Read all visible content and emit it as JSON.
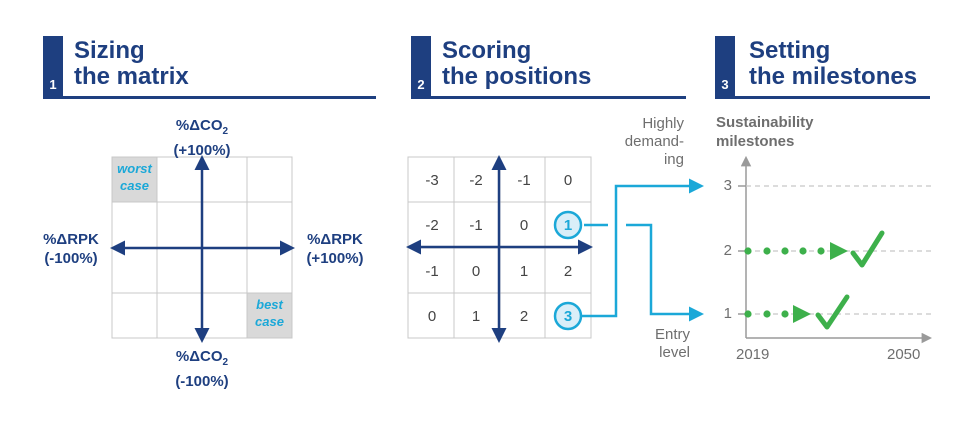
{
  "panels": [
    {
      "number": "1",
      "title_line1": "Sizing",
      "title_line2": "the matrix"
    },
    {
      "number": "2",
      "title_line1": "Scoring",
      "title_line2": "the positions"
    },
    {
      "number": "3",
      "title_line1": "Setting",
      "title_line2": "the milestones"
    }
  ],
  "matrix": {
    "top_label": "%ΔCO",
    "top_sub": "2",
    "top_value": "(+100%)",
    "bottom_label": "%ΔCO",
    "bottom_sub": "2",
    "bottom_value": "(-100%)",
    "left_label": "%ΔRPK",
    "left_value": "(-100%)",
    "right_label": "%ΔRPK",
    "right_value": "(+100%)",
    "worst_line1": "worst",
    "worst_line2": "case",
    "best_line1": "best",
    "best_line2": "case"
  },
  "scoring": {
    "grid": [
      [
        "-3",
        "-2",
        "-1",
        "0"
      ],
      [
        "-2",
        "-1",
        "0",
        "1"
      ],
      [
        "-1",
        "0",
        "1",
        "2"
      ],
      [
        "0",
        "1",
        "2",
        "3"
      ]
    ],
    "highly_line1": "Highly",
    "highly_line2": "demand-",
    "highly_line3": "ing",
    "entry_line1": "Entry",
    "entry_line2": "level"
  },
  "milestones": {
    "title_line1": "Sustainability",
    "title_line2": "milestones",
    "y_ticks": [
      "3",
      "2",
      "1"
    ],
    "x_start": "2019",
    "x_end": "2050"
  },
  "colors": {
    "navy": "#1e3f80",
    "cyan": "#1ba8d8",
    "green": "#3db04b",
    "cell_fill": "#d9d9d9"
  }
}
